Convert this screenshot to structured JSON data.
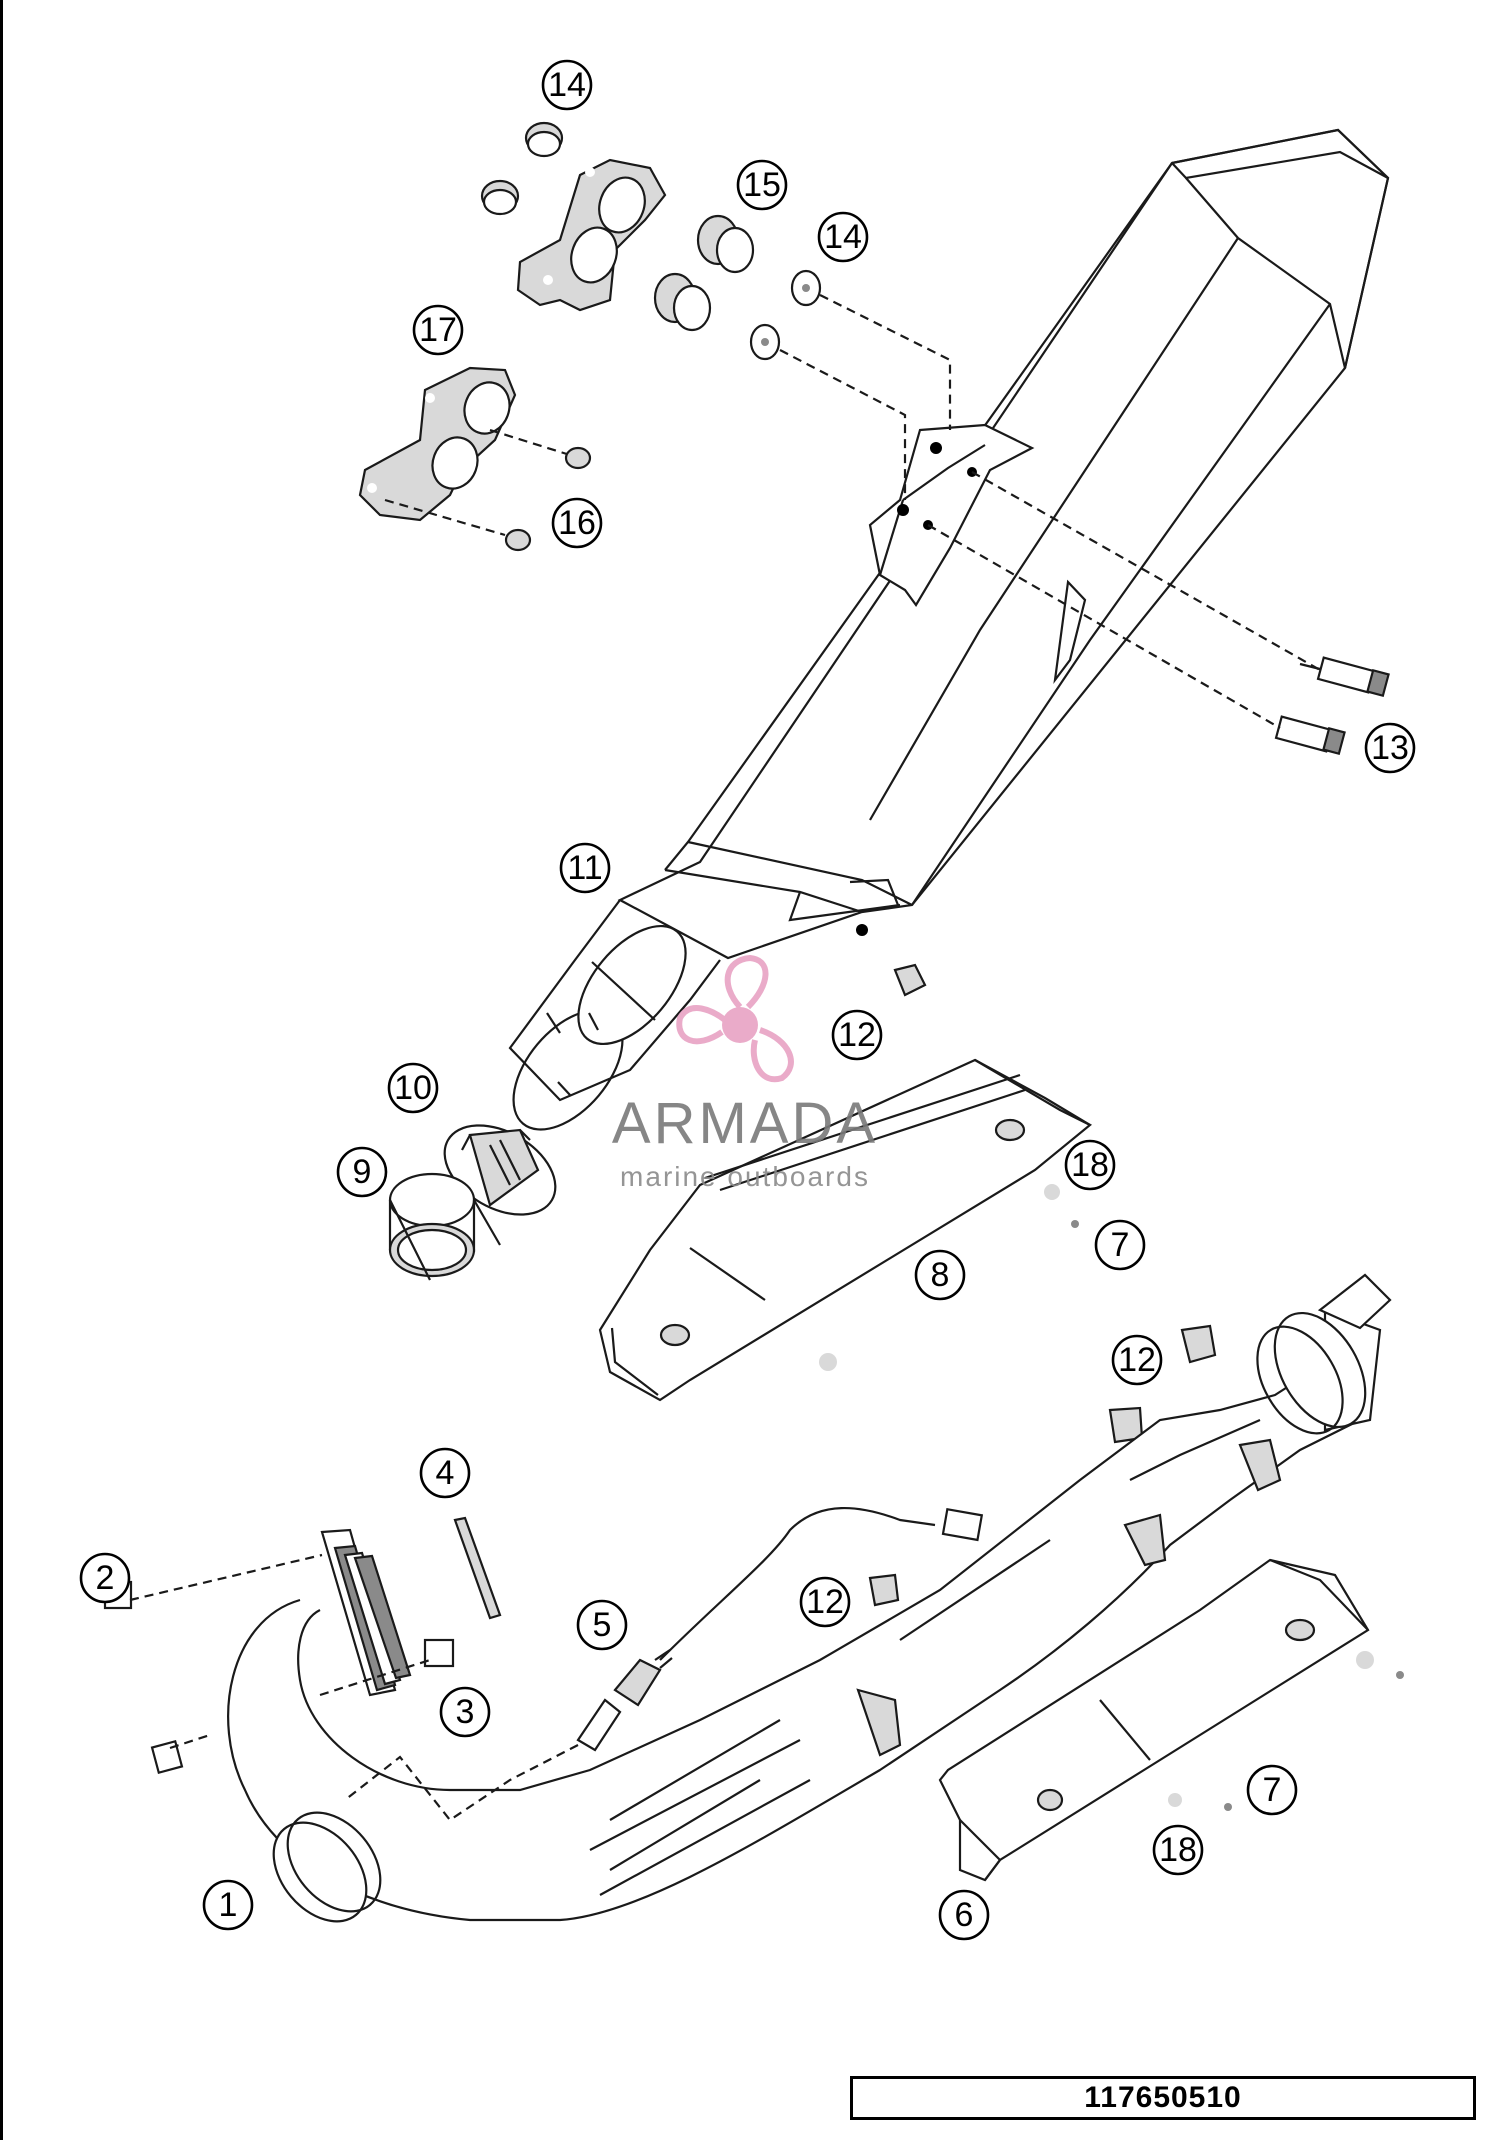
{
  "document_number": "117650510",
  "watermark": {
    "brand": "ARMADA",
    "tagline": "marine outboards",
    "logo_color": "#e8a3c4",
    "text_color": "#7a7a7a"
  },
  "callouts": [
    {
      "id": "callout-1",
      "label": "1"
    },
    {
      "id": "callout-2",
      "label": "2"
    },
    {
      "id": "callout-3",
      "label": "3"
    },
    {
      "id": "callout-4",
      "label": "4"
    },
    {
      "id": "callout-5",
      "label": "5"
    },
    {
      "id": "callout-6",
      "label": "6"
    },
    {
      "id": "callout-7a",
      "label": "7"
    },
    {
      "id": "callout-7b",
      "label": "7"
    },
    {
      "id": "callout-8",
      "label": "8"
    },
    {
      "id": "callout-9",
      "label": "9"
    },
    {
      "id": "callout-10",
      "label": "10"
    },
    {
      "id": "callout-11",
      "label": "11"
    },
    {
      "id": "callout-12a",
      "label": "12"
    },
    {
      "id": "callout-12b",
      "label": "12"
    },
    {
      "id": "callout-12c",
      "label": "12"
    },
    {
      "id": "callout-13",
      "label": "13"
    },
    {
      "id": "callout-14a",
      "label": "14"
    },
    {
      "id": "callout-14b",
      "label": "14"
    },
    {
      "id": "callout-15",
      "label": "15"
    },
    {
      "id": "callout-16",
      "label": "16"
    },
    {
      "id": "callout-17",
      "label": "17"
    },
    {
      "id": "callout-18a",
      "label": "18"
    },
    {
      "id": "callout-18b",
      "label": "18"
    }
  ]
}
